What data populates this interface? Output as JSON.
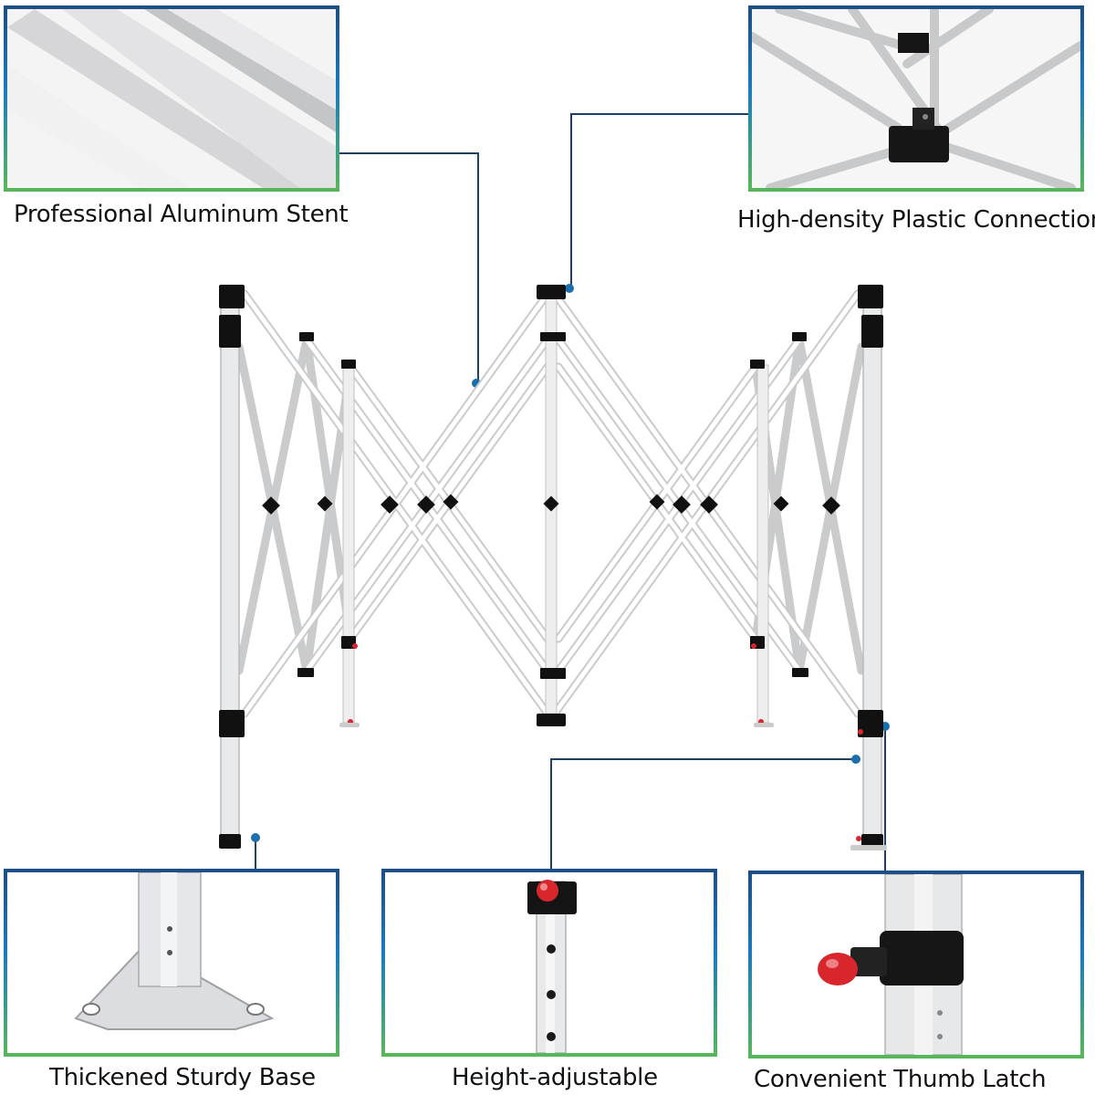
{
  "features": {
    "aluminum_stent": {
      "caption": "Professional Aluminum Stent",
      "icon": "aluminum-tube-photo"
    },
    "plastic_connections": {
      "caption": "High-density Plastic Connections",
      "icon": "plastic-connector-photo"
    },
    "sturdy_base": {
      "caption": "Thickened Sturdy Base",
      "icon": "base-plate-photo"
    },
    "height_adjustable": {
      "caption": "Height-adjustable",
      "icon": "adjustable-leg-photo"
    },
    "thumb_latch": {
      "caption": "Convenient Thumb Latch",
      "icon": "thumb-latch-photo"
    }
  },
  "colors": {
    "border_top": "#1d4f86",
    "border_mid": "#1b7bbd",
    "border_bottom": "#57b65b",
    "callout_line": "#1e3f66",
    "callout_dot": "#1b6fae",
    "latch_red": "#d8262c"
  }
}
